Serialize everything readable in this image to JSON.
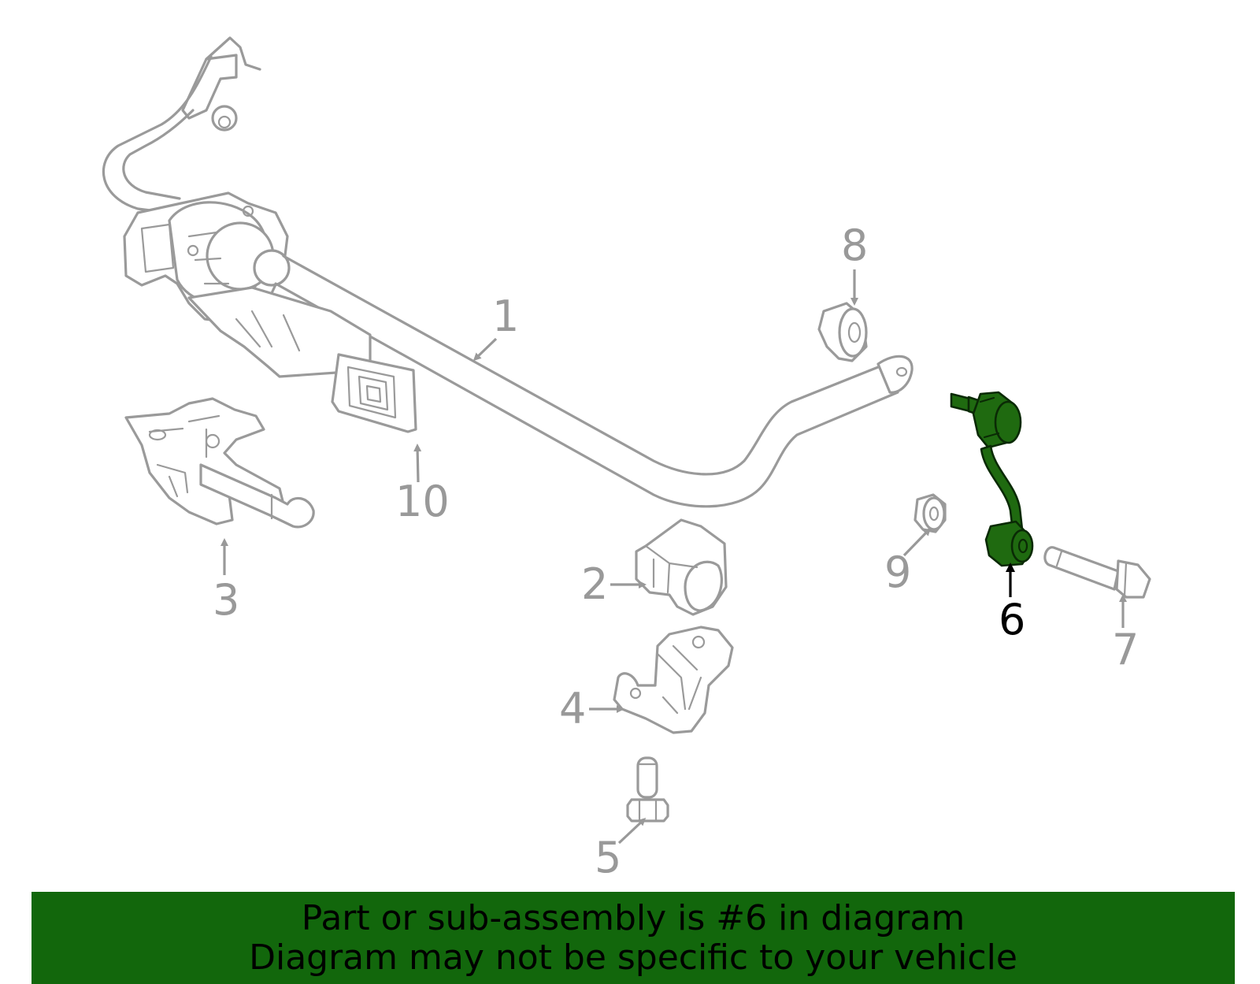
{
  "callouts": {
    "c1": "1",
    "c2": "2",
    "c3": "3",
    "c4": "4",
    "c5": "5",
    "c6": "6",
    "c7": "7",
    "c8": "8",
    "c9": "9",
    "c10": "10"
  },
  "highlighted_part": "6",
  "colors": {
    "highlight": "#1f6a10",
    "banner": "#12670c",
    "outline": "#9a9a9a"
  },
  "banner": {
    "line1": "Part or sub-assembly is #6 in diagram",
    "line2": "Diagram may not be specific to your vehicle"
  }
}
